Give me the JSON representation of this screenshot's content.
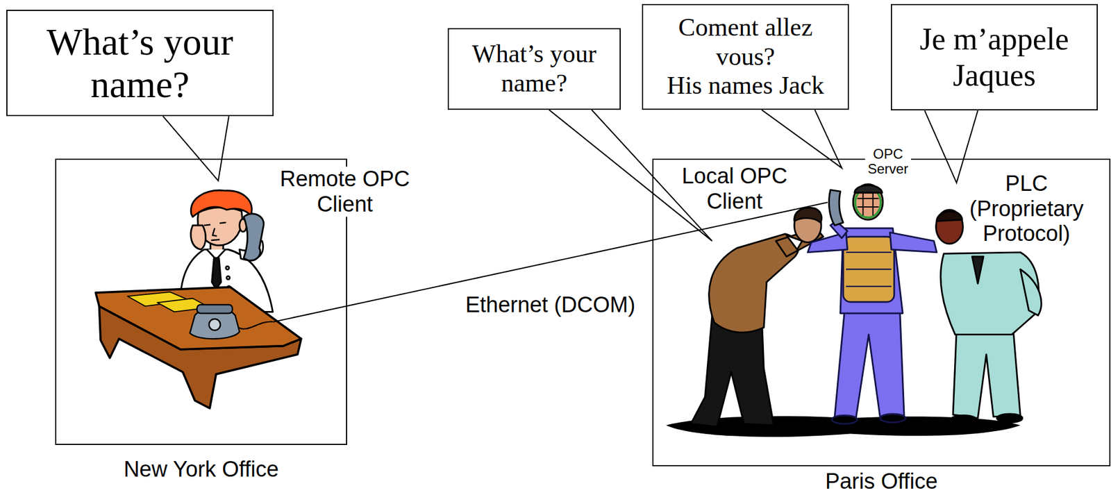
{
  "diagram": {
    "nodes": [
      {
        "text": [
          "What’s your name?"
        ]
      },
      {
        "text": [
          "New York Office"
        ]
      },
      {
        "text": [
          "Remote OPC Client"
        ],
        "in": 1
      },
      {
        "text": [
          "What’s your name?"
        ]
      },
      {
        "text": [
          "Coment allez vous?",
          "His names Jack"
        ]
      },
      {
        "text": [
          "Je m’appele Jaques"
        ]
      },
      {
        "text": [
          "Paris Office"
        ]
      },
      {
        "text": [
          "Local OPC Client"
        ],
        "in": 6
      },
      {
        "text": [
          "OPC Server"
        ],
        "in": 6
      },
      {
        "text": [
          "PLC (Proprietary Protocol)"
        ],
        "in": 6
      }
    ],
    "edges": [
      {
        "from": 2,
        "to": 8,
        "arrow": "none",
        "label": "Ethernet (DCOM)"
      }
    ]
  }
}
